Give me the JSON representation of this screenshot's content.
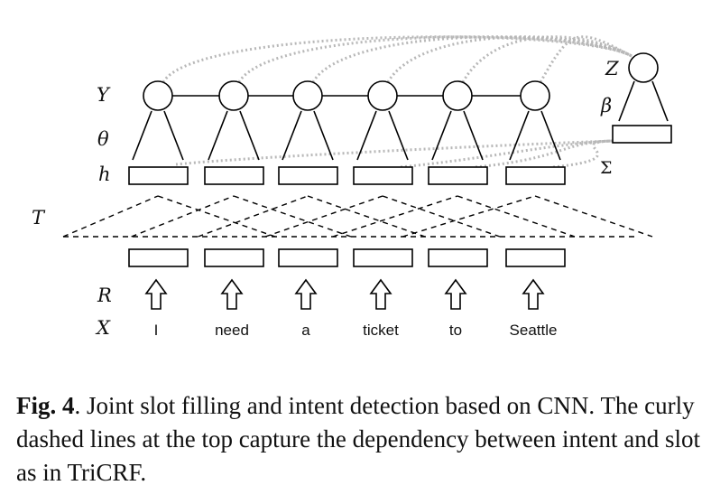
{
  "symbols": {
    "Y": "Y",
    "theta": "θ",
    "h": "h",
    "T": "T",
    "R": "R",
    "X": "X",
    "Z": "Z",
    "beta": "β",
    "sigma": "Σ"
  },
  "words": [
    "I",
    "need",
    "a",
    "ticket",
    "to",
    "Seattle"
  ],
  "caption": {
    "label": "Fig. 4",
    "text": ".  Joint slot filling and intent detection based on CNN. The curly dashed lines at the top capture the dependency between intent and slot as in TriCRF."
  }
}
